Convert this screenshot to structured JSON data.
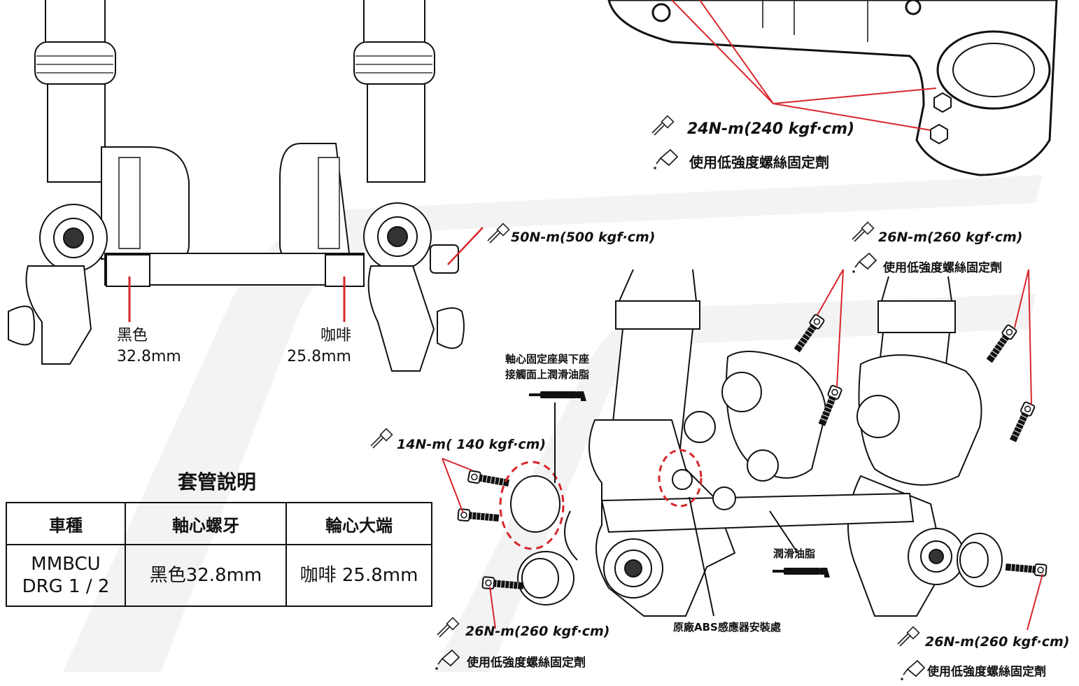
{
  "torque_labels": {
    "t24": "24N-m(240 kgf·cm)",
    "t50": "50N-m(500 kgf·cm)",
    "t26_upper": "26N-m(260 kgf·cm)",
    "t14": "14N-m( 140 kgf·cm)",
    "t26_lower_left": "26N-m(260 kgf·cm)",
    "t26_lower_right": "26N-m(260 kgf·cm)"
  },
  "threadlock_label": "使用低強度螺絲固定劑",
  "sleeves": {
    "left": {
      "color": "黑色",
      "size": "32.8mm"
    },
    "right": {
      "color": "咖啡",
      "size": "25.8mm"
    }
  },
  "notes": {
    "axle_grease_line1": "軸心固定座與下座",
    "axle_grease_line2": "接觸面上潤滑油脂",
    "grease": "潤滑油脂",
    "abs": "原廠ABS感應器安裝處"
  },
  "table": {
    "title": "套管說明",
    "headers": [
      "車種",
      "軸心螺牙",
      "輪心大端"
    ],
    "row": [
      "MMBCU\nDRG 1 / 2",
      "黑色32.8mm",
      "咖啡 25.8mm"
    ]
  },
  "colors": {
    "callout_red": "#d7262b",
    "line_black": "#111111",
    "watermark": "#f1f1f1"
  },
  "icons": [
    "torque-wrench-icon",
    "threadlocker-bottle-icon",
    "grease-gun-icon"
  ]
}
